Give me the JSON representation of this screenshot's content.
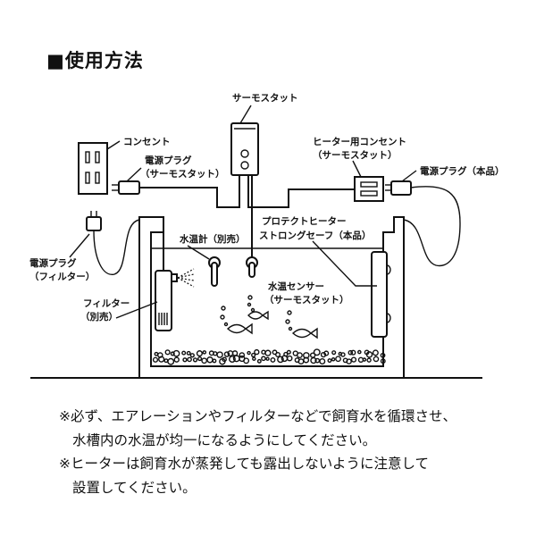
{
  "title": "■使用方法",
  "diagram": {
    "thermostat": "サーモスタット",
    "outlet": "コンセント",
    "plug_thermostat": [
      "電源プラグ",
      "（サーモスタット）"
    ],
    "heater_outlet": [
      "ヒーター用コンセント",
      "（サーモスタット）"
    ],
    "plug_heater": "電源プラグ（本品）",
    "plug_filter": [
      "電源プラグ",
      "（フィルター）"
    ],
    "thermometer": "水温計（別売）",
    "heater": [
      "プロテクトヒーター",
      "ストロングセーフ（本品）"
    ],
    "sensor": [
      "水温センサー",
      "（サーモスタット）"
    ],
    "filter": [
      "フィルター",
      "（別売）"
    ]
  },
  "notes": [
    "※必ず、エアレーションやフィルターなどで飼育水を循環させ、",
    "水槽内の水温が均一になるようにしてください。",
    "※ヒーターは飼育水が蒸発しても露出しないように注意して",
    "設置してください。"
  ]
}
